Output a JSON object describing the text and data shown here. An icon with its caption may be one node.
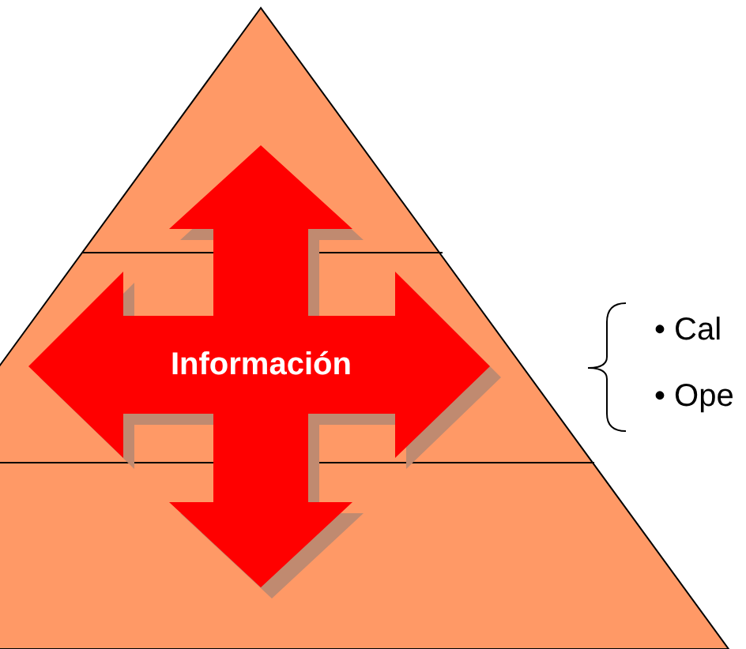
{
  "diagram": {
    "nodes": [
      {
        "text": [
          "Información"
        ]
      }
    ],
    "edges": [],
    "labels": [
      "• Cal",
      "• Ope"
    ]
  }
}
